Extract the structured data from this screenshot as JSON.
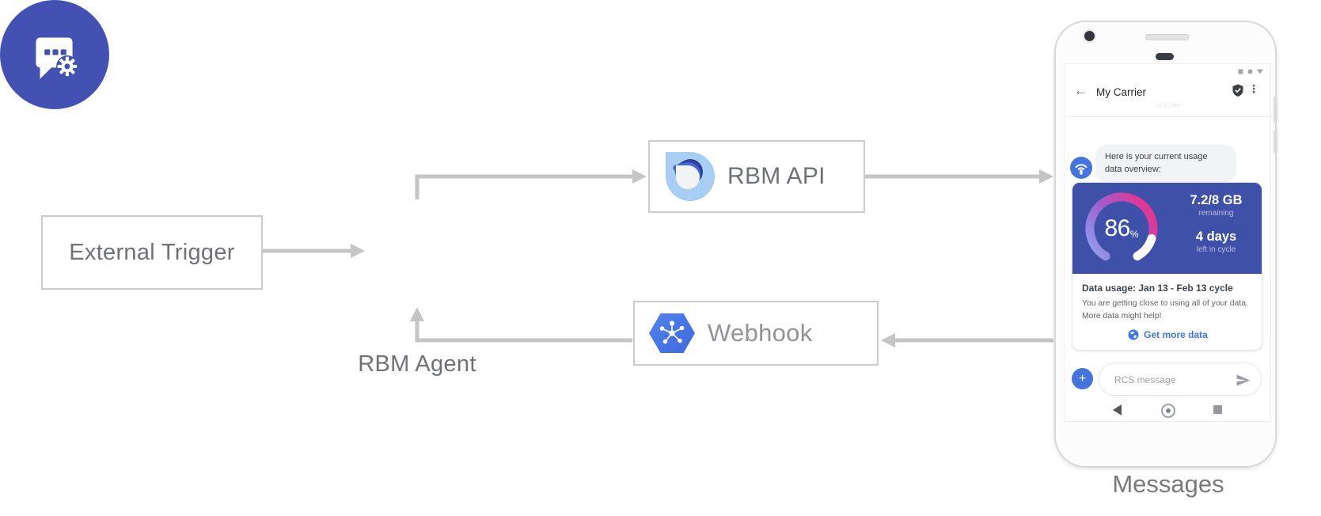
{
  "colors": {
    "agent_indigo": "#4351b3",
    "card_blue": "#3f50a9",
    "webhook_blue": "#4c7bea",
    "action_blue": "#4374e0",
    "link_blue": "#3d77e8",
    "arrow_gray": "#c5c5c5",
    "gauge_gradient": [
      "#8caaf2",
      "#a05fd0",
      "#e9308c"
    ],
    "gauge_remainder": "#ffffff"
  },
  "diagram": {
    "external_trigger_label": "External Trigger",
    "rbm_agent_label": "RBM Agent",
    "rbm_api_label": "RBM API",
    "webhook_label": "Webhook",
    "phone_caption": "Messages"
  },
  "phone": {
    "header": {
      "title": "My Carrier",
      "timestamp": "12:30 PM"
    },
    "chat_message": "Here is your current usage data overview:",
    "usage_card": {
      "gauge": {
        "type": "donut-gauge",
        "percent": 86,
        "start_deg_cw_from_top": 210,
        "arc_total_degrees": 300
      },
      "percent_value": "86",
      "percent_sign": "%",
      "remaining_value": "7.2/8 GB",
      "remaining_label": "remaining",
      "days_value": "4 days",
      "days_label": "left in cycle",
      "title": "Data usage: Jan 13 - Feb 13 cycle",
      "body_line1": "You are getting close to using all of your data.",
      "body_line2": "More data might help!",
      "cta_label": "Get more data"
    },
    "composer": {
      "placeholder": "RCS message"
    }
  }
}
